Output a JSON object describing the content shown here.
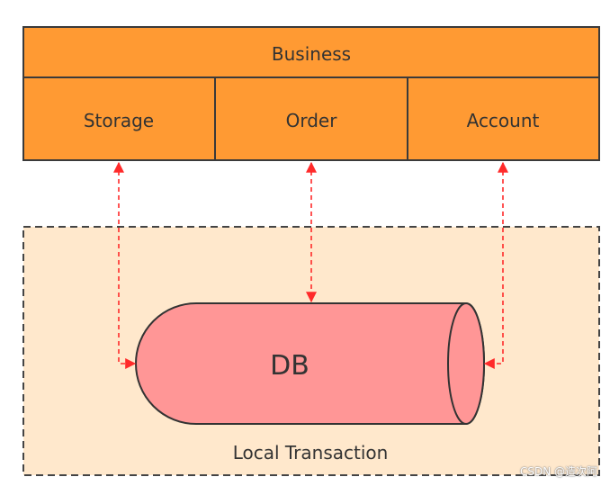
{
  "diagram": {
    "business": {
      "label": "Business"
    },
    "modules": [
      {
        "label": "Storage"
      },
      {
        "label": "Order"
      },
      {
        "label": "Account"
      }
    ],
    "database": {
      "label": "DB"
    },
    "transaction": {
      "label": "Local Transaction"
    },
    "colors": {
      "module_fill": "#FF9A33",
      "module_border": "#3a3a3a",
      "transaction_fill": "#FFE8CC",
      "transaction_border": "#444444",
      "db_fill": "#FF9696",
      "db_border": "#333333",
      "arrow": "#FF2A2A"
    }
  },
  "watermark": "CSDN @造次阿"
}
